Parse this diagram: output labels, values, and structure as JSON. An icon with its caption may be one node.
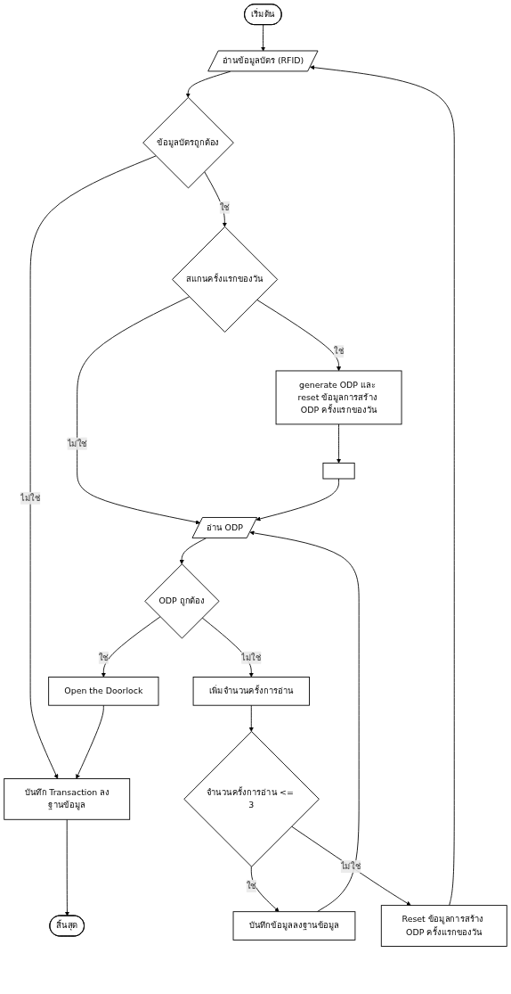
{
  "diagram": {
    "nodes": [
      {
        "text": [
          "เริ่มต้น"
        ]
      },
      {
        "text": [
          "อ่านข้อมูลบัตร (RFID)"
        ]
      },
      {
        "text": [
          "Reset ข้อมูลการสร้าง ODP ครั้งแรกของวัน"
        ]
      },
      {
        "text": [
          "ข้อมูลบัตรถูกต้อง"
        ]
      },
      {
        "text": [
          "สแกนครั้งแรกของวัน"
        ]
      },
      {
        "text": [
          "generate ODP และ reset ข้อมูลการสร้าง ODP ครั้งแรกของวัน"
        ]
      },
      {
        "text": [],
        "shape": "box"
      },
      {
        "text": [
          "บันทึกข้อมูลลงฐานข้อมูล"
        ]
      },
      {
        "text": [
          "จำนวนครั้งการอ่าน <= 3"
        ]
      },
      {
        "text": [
          "อ่าน ODP"
        ]
      },
      {
        "text": [
          "ODP ถูกต้อง"
        ]
      },
      {
        "text": [
          "เพิ่มจำนวนครั้งการอ่าน"
        ]
      },
      {
        "text": [
          "Open the Doorlock"
        ]
      },
      {
        "text": [
          "บันทึก Transaction ลงฐานข้อมูล"
        ]
      },
      {
        "text": [
          "สิ้นสุด"
        ]
      }
    ],
    "edges": [
      {
        "from": 0,
        "to": 1,
        "arrow": "to"
      },
      {
        "from": 1,
        "to": 3,
        "arrow": "to"
      },
      {
        "from": 3,
        "to": 4,
        "arrow": "to",
        "label": "ใช่"
      },
      {
        "from": 3,
        "to": 13,
        "arrow": "to",
        "label": "ไม่ใช่"
      },
      {
        "from": 4,
        "to": 5,
        "arrow": "to",
        "label": "ใช่"
      },
      {
        "from": 4,
        "to": 9,
        "arrow": "to",
        "label": "ไม่ใช่"
      },
      {
        "from": 5,
        "to": 6,
        "arrow": "to"
      },
      {
        "from": 6,
        "to": 9,
        "arrow": "to"
      },
      {
        "from": 9,
        "to": 10,
        "arrow": "to"
      },
      {
        "from": 10,
        "to": 12,
        "arrow": "to",
        "label": "ใช่"
      },
      {
        "from": 10,
        "to": 11,
        "arrow": "to",
        "label": "ไม่ใช่"
      },
      {
        "from": 11,
        "to": 8,
        "arrow": "to"
      },
      {
        "from": 8,
        "to": 7,
        "arrow": "to",
        "label": "ใช่"
      },
      {
        "from": 8,
        "to": 2,
        "arrow": "to",
        "label": "ไม่ใช่"
      },
      {
        "from": 2,
        "to": 1,
        "arrow": "to"
      },
      {
        "from": 7,
        "to": 9,
        "arrow": "to"
      },
      {
        "from": 12,
        "to": 13,
        "arrow": "to"
      },
      {
        "from": 13,
        "to": 14,
        "arrow": "to"
      }
    ]
  }
}
